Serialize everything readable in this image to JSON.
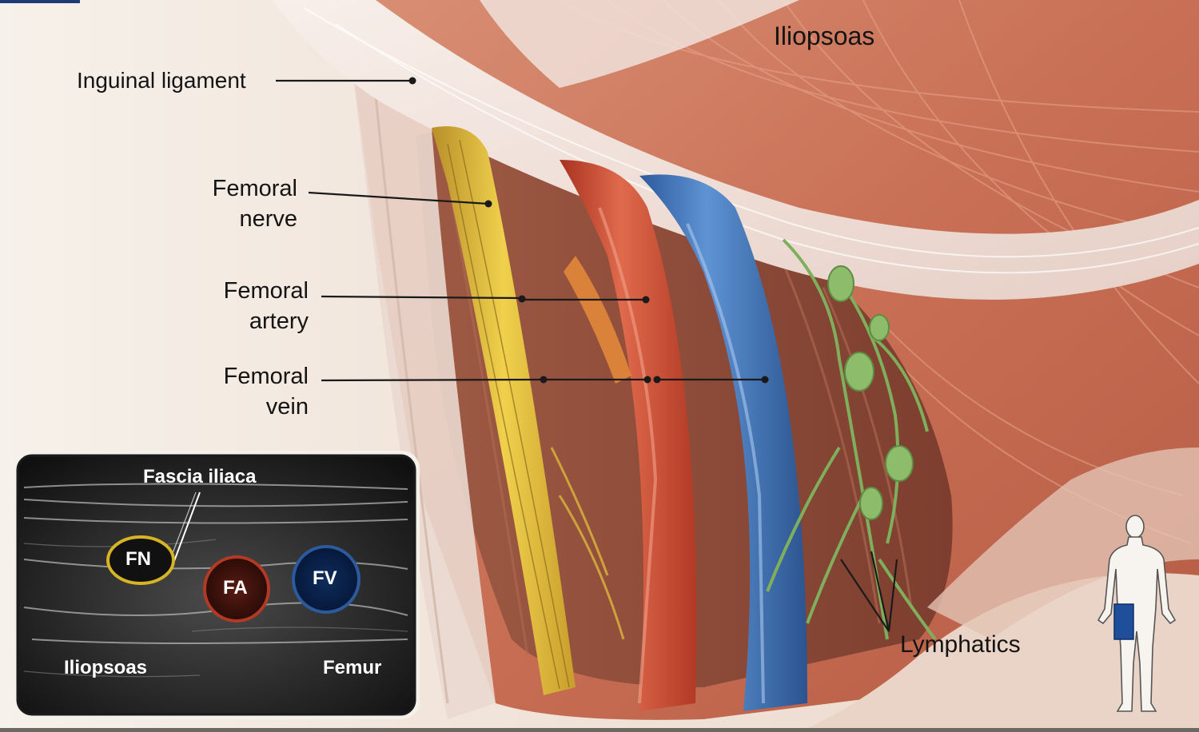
{
  "labels": {
    "iliopsoas": "Iliopsoas",
    "inguinal_ligament": "Inguinal ligament",
    "femoral_nerve": [
      "Femoral",
      "nerve"
    ],
    "femoral_artery": [
      "Femoral",
      "artery"
    ],
    "femoral_vein": [
      "Femoral",
      "vein"
    ],
    "lymphatics": "Lymphatics"
  },
  "ultrasound_inset": {
    "fascia_iliaca": "Fascia iliaca",
    "fn": "FN",
    "fa": "FA",
    "fv": "FV",
    "iliopsoas": "Iliopsoas",
    "femur": "Femur"
  },
  "colors": {
    "nerve": "#e8c33c",
    "artery": "#c9452f",
    "vein": "#3c6fb5",
    "lymphatics": "#7fae5c",
    "muscle": "#c8735a",
    "ligament": "#efe3dc",
    "inset_background": "#111111",
    "region_marker": "#1f4f9a"
  },
  "icons": {
    "body_figure": "human-figure-outline-icon"
  }
}
